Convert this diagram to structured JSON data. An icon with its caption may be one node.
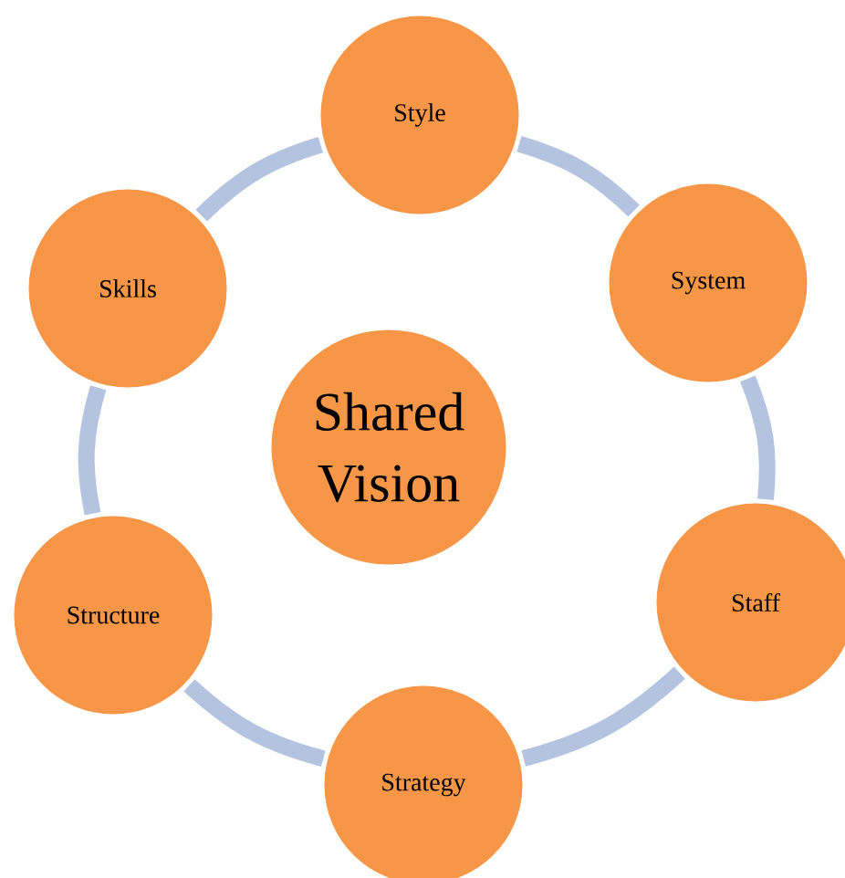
{
  "diagram": {
    "nodes": [
      {
        "text": [
          "Style"
        ]
      },
      {
        "text": [
          "System"
        ]
      },
      {
        "text": [
          "Staff"
        ]
      },
      {
        "text": [
          "Strategy"
        ]
      },
      {
        "text": [
          "Structure"
        ]
      },
      {
        "text": [
          "Skills"
        ]
      },
      {
        "text": [
          "Shared Vision"
        ]
      }
    ],
    "edges": [
      {
        "from": 0,
        "to": 1,
        "arrow": "none"
      },
      {
        "from": 1,
        "to": 2,
        "arrow": "none"
      },
      {
        "from": 2,
        "to": 3,
        "arrow": "none"
      },
      {
        "from": 3,
        "to": 4,
        "arrow": "none"
      },
      {
        "from": 4,
        "to": 5,
        "arrow": "none"
      },
      {
        "from": 5,
        "to": 0,
        "arrow": "none"
      }
    ]
  }
}
